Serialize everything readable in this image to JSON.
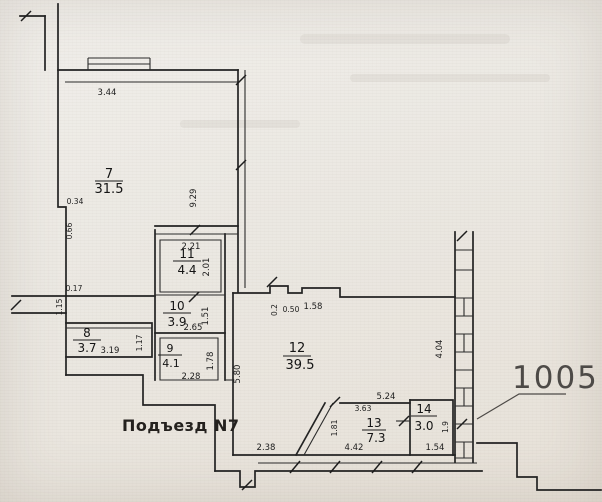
{
  "plan": {
    "apartment_number": "1005",
    "entrance_label": "Подъезд N7",
    "rooms": [
      {
        "number": "7",
        "area": "31.5"
      },
      {
        "number": "8",
        "area": "3.7"
      },
      {
        "number": "9",
        "area": "4.1"
      },
      {
        "number": "10",
        "area": "3.9"
      },
      {
        "number": "11",
        "area": "4.4"
      },
      {
        "number": "12",
        "area": "39.5"
      },
      {
        "number": "13",
        "area": "7.3"
      },
      {
        "number": "14",
        "area": "3.0"
      }
    ],
    "dims": [
      "3.44",
      "9.29",
      "0.34",
      "0.66",
      "0.17",
      "1.15",
      "2.21",
      "2.01",
      "1.51",
      "2.65",
      "3.19",
      "1.17",
      "2.28",
      "1.78",
      "5.80",
      "0.2",
      "0.50",
      "1.58",
      "4.04",
      "5.24",
      "3.63",
      "1.81",
      "4.42",
      "2.38",
      "1.54",
      "1.9"
    ]
  }
}
